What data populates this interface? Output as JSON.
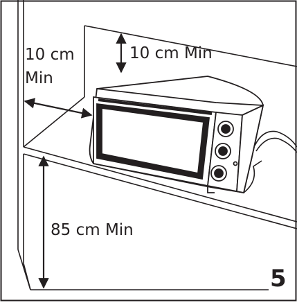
{
  "clearances": {
    "top": "10 cm Min",
    "side_line1": "10 cm",
    "side_line2": "Min",
    "floor": "85 cm Min"
  },
  "figure_number": "5",
  "colors": {
    "line": "#231f20",
    "background": "#ffffff"
  },
  "icons": [
    "toaster-oven-icon",
    "power-cord-icon",
    "dimension-arrow-icon"
  ]
}
